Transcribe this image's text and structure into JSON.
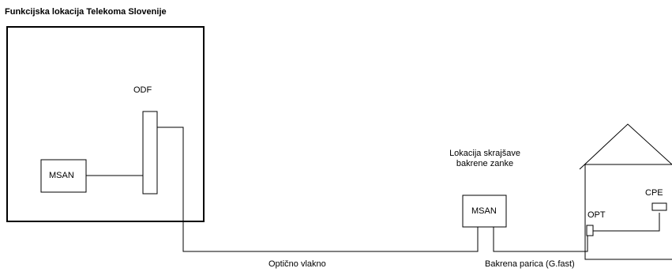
{
  "title": "Funkcijska lokacija Telekoma Slovenije",
  "labels": {
    "odf": "ODF",
    "msan_central": "MSAN",
    "shortened_loop_line1": "Lokacija skrajšave",
    "shortened_loop_line2": "bakrene zanke",
    "msan_remote": "MSAN",
    "cpe": "CPE",
    "opt": "OPT",
    "fiber": "Optično vlakno",
    "copper": "Bakrena parica (G.fast)"
  }
}
